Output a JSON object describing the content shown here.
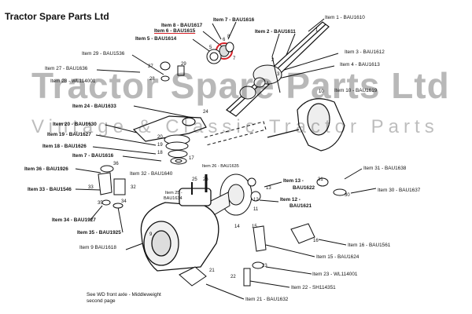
{
  "brand": "Tractor Spare Parts Ltd",
  "watermark": {
    "line1": "Tractor Spare Parts Ltd",
    "line2": "Vintage & Classic Tractor Parts"
  },
  "note": {
    "line1": "See WD front axle - Middleweight",
    "line2": "second page"
  },
  "labels": [
    {
      "id": "item8",
      "text": "Item 8 - BAU1617",
      "bold": true
    },
    {
      "id": "item6",
      "text": "Item 6 - BAU1615",
      "bold": true
    },
    {
      "id": "item5",
      "text": "Item 5 - BAU1614",
      "bold": true
    },
    {
      "id": "item7top",
      "text": "Item 7 - BAU1616",
      "bold": true
    },
    {
      "id": "item2",
      "text": "Item 2 - BAU1611",
      "bold": true
    },
    {
      "id": "item1",
      "text": "Item 1 - BAU1610",
      "bold": false
    },
    {
      "id": "item3",
      "text": "Item 3 - BAU1612",
      "bold": false
    },
    {
      "id": "item4",
      "text": "Item 4 - BAU1613",
      "bold": false
    },
    {
      "id": "item29",
      "text": "Item 29 - BAU1536",
      "bold": false
    },
    {
      "id": "item27",
      "text": "Item 27 - BAU1636",
      "bold": false
    },
    {
      "id": "item28",
      "text": "Item 28 - WL114001",
      "bold": false
    },
    {
      "id": "item10",
      "text": "Item 10 - BAU1619",
      "bold": false
    },
    {
      "id": "item24",
      "text": "Item 24 - BAU1633",
      "bold": true
    },
    {
      "id": "item20",
      "text": "Item 20 - BAU1630",
      "bold": true
    },
    {
      "id": "item19",
      "text": "Item 19 - BAU1627",
      "bold": true
    },
    {
      "id": "item18",
      "text": "Item 18 - BAU1626",
      "bold": true
    },
    {
      "id": "item7mid",
      "text": "Item 7 - BAU1616",
      "bold": true
    },
    {
      "id": "item36",
      "text": "Item 36 - BAU1926",
      "bold": true
    },
    {
      "id": "item32",
      "text": "Item 32 - BAU1640",
      "bold": false
    },
    {
      "id": "item26",
      "text": "Item 26 - BAU1635",
      "bold": false
    },
    {
      "id": "item31",
      "text": "Item 31 - BAU1638",
      "bold": false
    },
    {
      "id": "item33",
      "text": "Item 33 - BAU1546",
      "bold": true
    },
    {
      "id": "item13",
      "text": "Item 13 -",
      "bold": true
    },
    {
      "id": "item13b",
      "text": "BAU1622",
      "bold": true
    },
    {
      "id": "item30",
      "text": "Item 30 - BAU1637",
      "bold": false
    },
    {
      "id": "item25",
      "text": "Item 25 -",
      "bold": false
    },
    {
      "id": "item25b",
      "text": "BAU1634",
      "bold": false
    },
    {
      "id": "item12",
      "text": "Item 12 -",
      "bold": true
    },
    {
      "id": "item12b",
      "text": "BAU1621",
      "bold": true
    },
    {
      "id": "item34",
      "text": "Item 34 - BAU1927",
      "bold": true
    },
    {
      "id": "item35",
      "text": "Item 35 - BAU1925",
      "bold": true
    },
    {
      "id": "item9",
      "text": "Item 9 BAU1618",
      "bold": false
    },
    {
      "id": "item16",
      "text": "Item 16 - BAU1561",
      "bold": false
    },
    {
      "id": "item15",
      "text": "Item 15 - BAU1624",
      "bold": false
    },
    {
      "id": "item23",
      "text": "Item 23 - WL114001",
      "bold": false
    },
    {
      "id": "item22",
      "text": "Item 22 - SH114351",
      "bold": false
    },
    {
      "id": "item21",
      "text": "Item 21 - BAU1632",
      "bold": false
    }
  ],
  "part_numbers": [
    "1",
    "2",
    "3",
    "4",
    "5",
    "6",
    "7",
    "8",
    "9",
    "10",
    "11",
    "12",
    "13",
    "14",
    "15",
    "16",
    "17",
    "18",
    "19",
    "20",
    "21",
    "22",
    "23",
    "24",
    "25",
    "26",
    "27",
    "28",
    "29",
    "30",
    "31",
    "32",
    "33",
    "34",
    "35",
    "36"
  ]
}
